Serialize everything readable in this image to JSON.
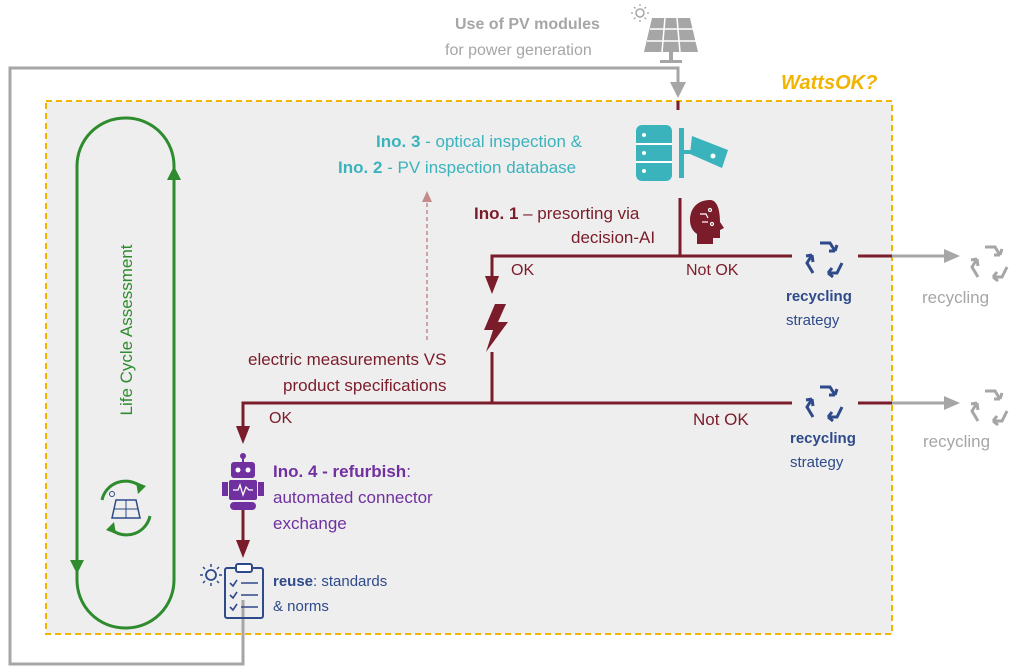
{
  "project": {
    "name": "WattsOK?"
  },
  "top": {
    "title": "Use of PV modules",
    "subtitle": "for power generation"
  },
  "ino3": {
    "tag": "Ino. 3",
    "text": " - optical inspection &"
  },
  "ino2": {
    "tag": "Ino. 2",
    "text": " -  PV inspection database"
  },
  "ino1": {
    "tag": "Ino. 1",
    "text": " – presorting via",
    "line2": "decision-AI"
  },
  "branch1": {
    "ok": "OK",
    "not_ok": "Not OK"
  },
  "measurement": {
    "line1": "electric measurements VS",
    "line2": "product specifications"
  },
  "branch2": {
    "ok": "OK",
    "not_ok": "Not OK"
  },
  "recycling_strategy_1": {
    "bold": "recycling",
    "normal": "strategy"
  },
  "recycling_strategy_2": {
    "bold": "recycling",
    "normal": "strategy"
  },
  "recycling_out_1": "recycling",
  "recycling_out_2": "recycling",
  "ino4": {
    "tag": "Ino. 4 - refurbish",
    "colon": ":",
    "line2": "automated connector",
    "line3": "exchange"
  },
  "reuse": {
    "bold": "reuse",
    "text": ": standards",
    "line2": "& norms"
  },
  "lca": {
    "label": "Life Cycle Assessment"
  },
  "colors": {
    "loop_gray": "#a6a6a6",
    "flow_red": "#7b1c2a",
    "frame_yellow": "#f2b400",
    "teal": "#3bb3bd",
    "blue": "#2e4a8a",
    "purple": "#7030a0",
    "green": "#2e8b2e"
  },
  "icons": [
    "sun-icon",
    "solar-panel-icon",
    "database-icon",
    "camera-icon",
    "ai-head-icon",
    "lightning-icon",
    "recycle-icon",
    "robot-icon",
    "checklist-icon"
  ]
}
